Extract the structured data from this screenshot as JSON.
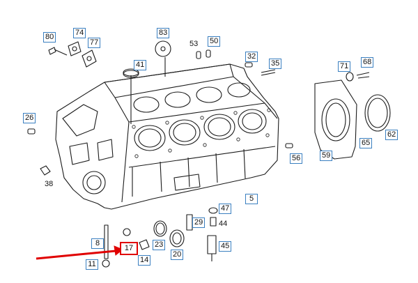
{
  "diagram": {
    "callouts": {
      "c80": "80",
      "c74": "74",
      "c77": "77",
      "c83": "83",
      "c53": "53",
      "c50": "50",
      "c32": "32",
      "c35": "35",
      "c41": "41",
      "c26": "26",
      "c38": "38",
      "c71": "71",
      "c68": "68",
      "c62": "62",
      "c65": "65",
      "c59": "59",
      "c56": "56",
      "c5": "5",
      "c47": "47",
      "c29": "29",
      "c44": "44",
      "c45": "45",
      "c8": "8",
      "c17": "17",
      "c23": "23",
      "c20": "20",
      "c14": "14",
      "c11": "11"
    },
    "highlighted_part": "17",
    "colors": {
      "line": "#1a1a1a",
      "label_border": "#3a7fc0",
      "highlight": "#e00000",
      "arrow": "#e00000"
    }
  }
}
